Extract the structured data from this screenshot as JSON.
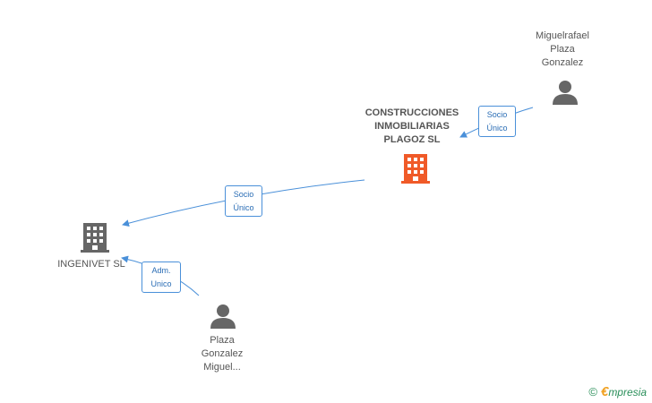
{
  "nodes": {
    "construcciones": {
      "lines": [
        "CONSTRUCCIONES",
        "INMOBILIARIAS",
        "PLAGOZ SL"
      ],
      "icon": "building-icon",
      "color": "#f05a28"
    },
    "ingenivet": {
      "lines": [
        "INGENIVET SL"
      ],
      "icon": "building-icon",
      "color": "#666666"
    },
    "miguelrafael": {
      "lines": [
        "Miguelrafael",
        "Plaza",
        "Gonzalez"
      ],
      "icon": "person-icon",
      "color": "#666666"
    },
    "plaza_gonzalez": {
      "lines": [
        "Plaza",
        "Gonzalez",
        "Miguel..."
      ],
      "icon": "person-icon",
      "color": "#666666"
    }
  },
  "edges": {
    "socio_unico_1": {
      "lines": [
        "Socio",
        "Único"
      ]
    },
    "socio_unico_2": {
      "lines": [
        "Socio",
        "Único"
      ]
    },
    "adm_unico": {
      "lines": [
        "Adm.",
        "Unico"
      ]
    }
  },
  "colors": {
    "edge": "#4a90d9",
    "person": "#666666",
    "building_main": "#f05a28",
    "building": "#666666"
  },
  "footer": {
    "copyright": "©",
    "brand_initial": "€",
    "brand_rest": "mpresia"
  }
}
